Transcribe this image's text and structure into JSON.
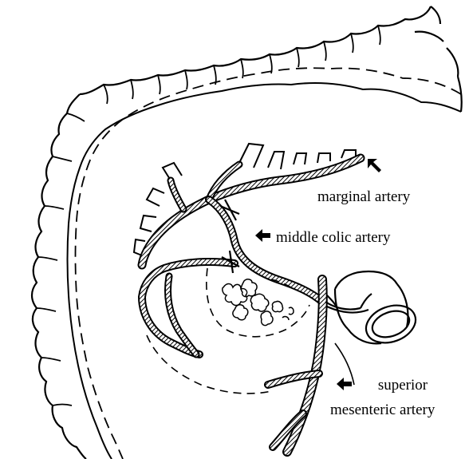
{
  "labels": {
    "marginal": "marginal artery",
    "middle_colic": "middle colic artery",
    "superior_line1": "superior",
    "superior_line2": "mesenteric artery"
  },
  "colors": {
    "ink": "#000000",
    "paper": "#ffffff"
  },
  "icons": [
    "arrow-up-left-icon",
    "arrow-left-icon"
  ]
}
